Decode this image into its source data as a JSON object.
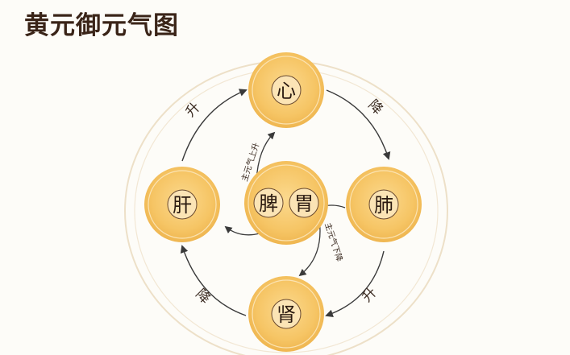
{
  "title": "黄元御元气图",
  "nodes": {
    "heart": "心",
    "liver": "肝",
    "lung": "肺",
    "kidney": "肾",
    "spleen": "脾",
    "stomach": "胃"
  },
  "labels": {
    "left_top": "升",
    "right_top": "降",
    "left_bottom": "降",
    "right_bottom": "升",
    "spleen_up": "主元气上升",
    "stomach_down": "主元气下降"
  },
  "colors": {
    "node_fill": "#f5c56a",
    "node_ring": "#fbe6bd",
    "ring_stroke": "#ecdcc0",
    "arrow": "#3a3a3a",
    "title": "#3a2418"
  }
}
